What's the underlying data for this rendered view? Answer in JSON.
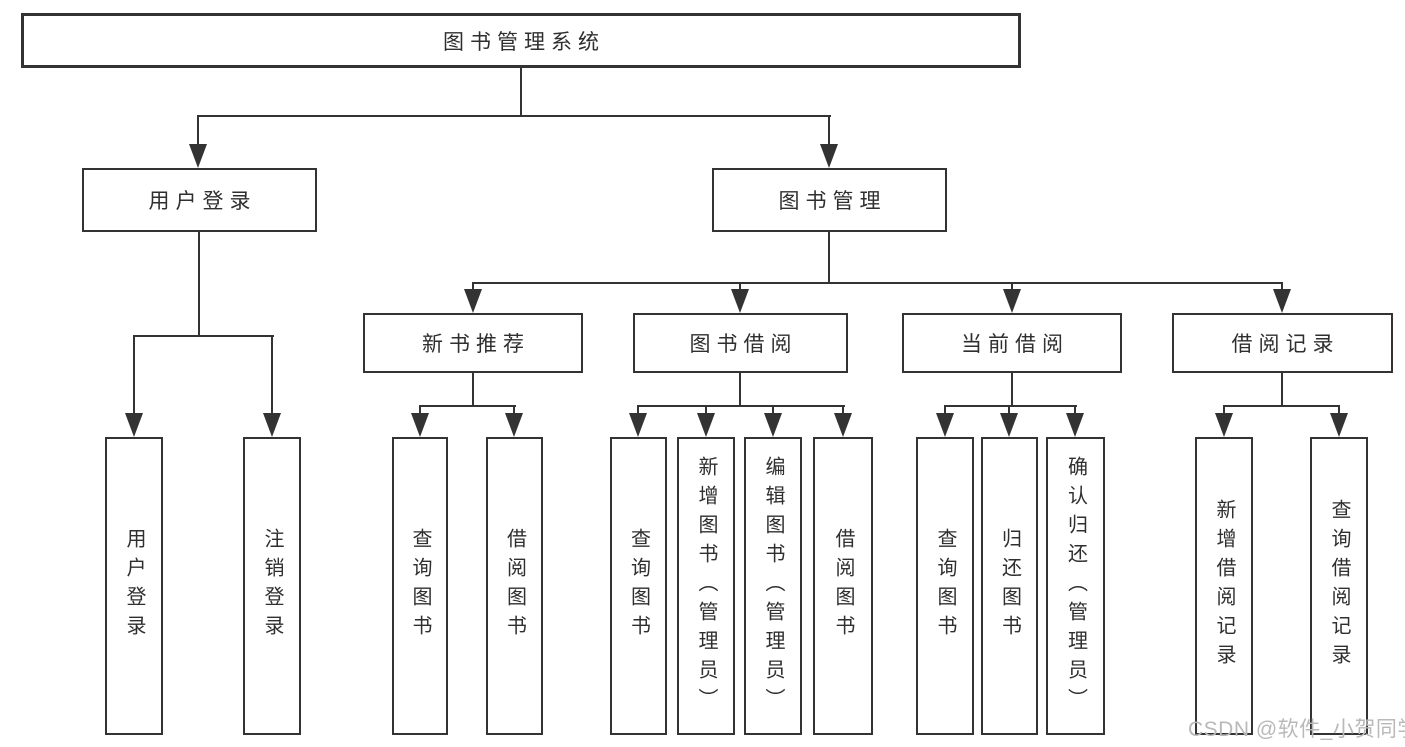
{
  "diagram": {
    "title_node": "图书管理系统",
    "level2": {
      "user_login": "用户登录",
      "book_management": "图书管理"
    },
    "level3": {
      "new_book_recommend": "新书推荐",
      "book_borrowing": "图书借阅",
      "current_borrowing": "当前借阅",
      "borrowing_records": "借阅记录"
    },
    "leaves": {
      "user_login": [
        "用户登录",
        "注销登录"
      ],
      "new_book_recommend": [
        "查询图书",
        "借阅图书"
      ],
      "book_borrowing": [
        "查询图书",
        "新增图书（管理员）",
        "编辑图书（管理员）",
        "借阅图书"
      ],
      "current_borrowing": [
        "查询图书",
        "归还图书",
        "确认归还（管理员）"
      ],
      "borrowing_records": [
        "新增借阅记录",
        "查询借阅记录"
      ]
    },
    "colors": {
      "line": "#333333",
      "text": "#2f2f2f",
      "background": "#ffffff",
      "watermark": "#b9b9b9"
    }
  },
  "watermark": {
    "text": "CSDN @软件_小贺同学"
  }
}
